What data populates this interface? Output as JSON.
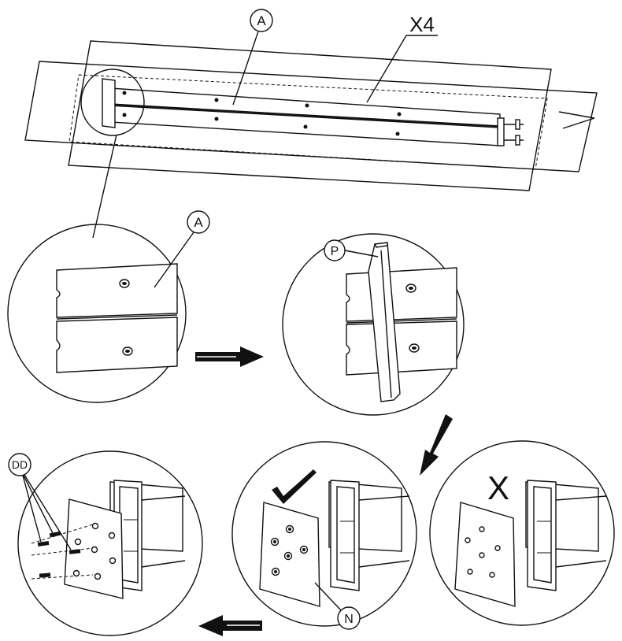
{
  "labels": {
    "part_a_top": "A",
    "quantity": "X4",
    "part_a_detail": "A",
    "part_p": "P",
    "part_dd": "DD",
    "part_n": "N",
    "wrong_mark": "X"
  },
  "icons": {
    "arrow_right": "arrow-right-icon",
    "arrow_down": "arrow-down-left-icon",
    "arrow_left": "arrow-left-icon",
    "correct": "check-mark-icon"
  }
}
